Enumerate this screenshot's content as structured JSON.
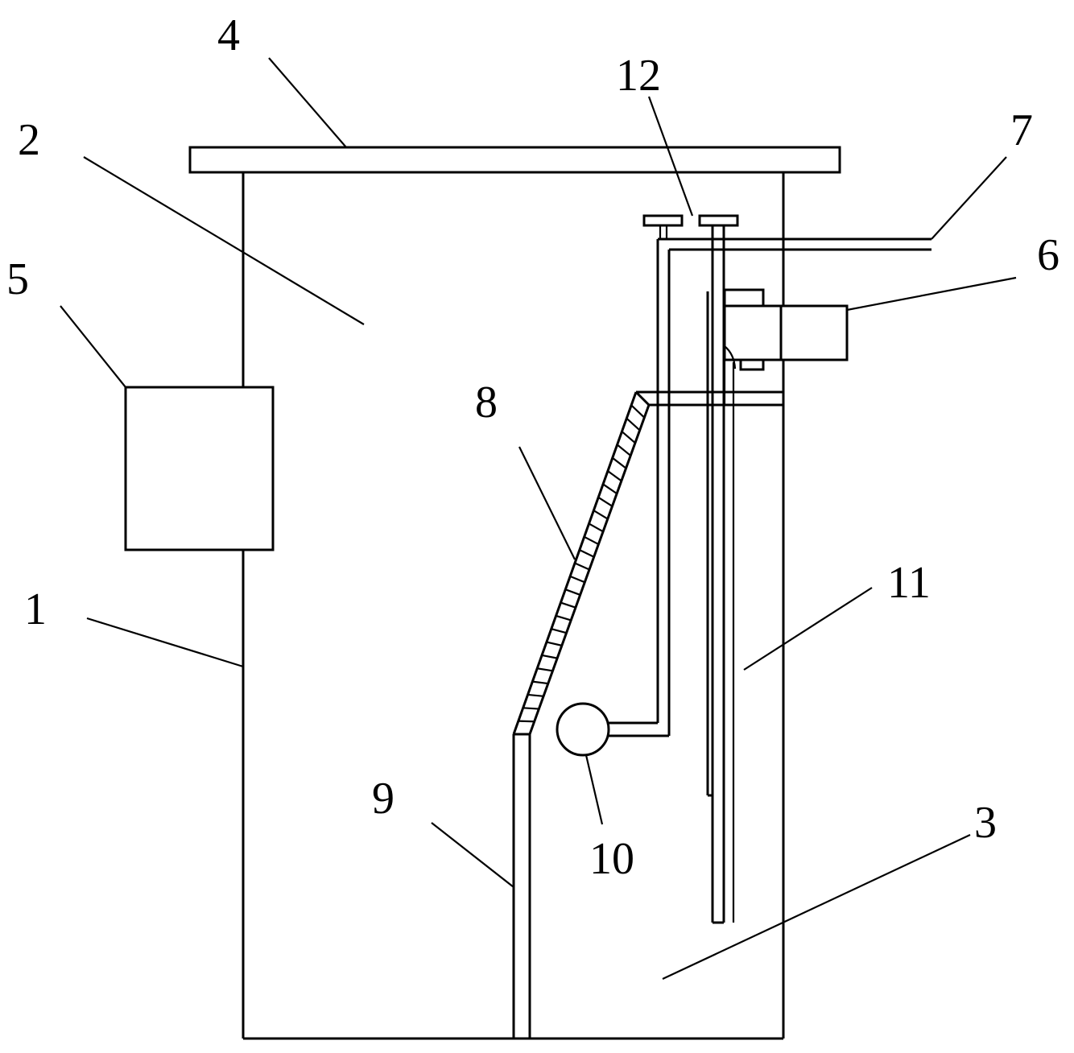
{
  "figure": {
    "labels": [
      {
        "id": "label-1",
        "text": "1"
      },
      {
        "id": "label-2",
        "text": "2"
      },
      {
        "id": "label-3",
        "text": "3"
      },
      {
        "id": "label-4",
        "text": "4"
      },
      {
        "id": "label-5",
        "text": "5"
      },
      {
        "id": "label-6",
        "text": "6"
      },
      {
        "id": "label-7",
        "text": "7"
      },
      {
        "id": "label-8",
        "text": "8"
      },
      {
        "id": "label-9",
        "text": "9"
      },
      {
        "id": "label-10",
        "text": "10"
      },
      {
        "id": "label-11",
        "text": "11"
      },
      {
        "id": "label-12",
        "text": "12"
      }
    ],
    "ink_color": "#000000",
    "background_color": "#ffffff"
  }
}
